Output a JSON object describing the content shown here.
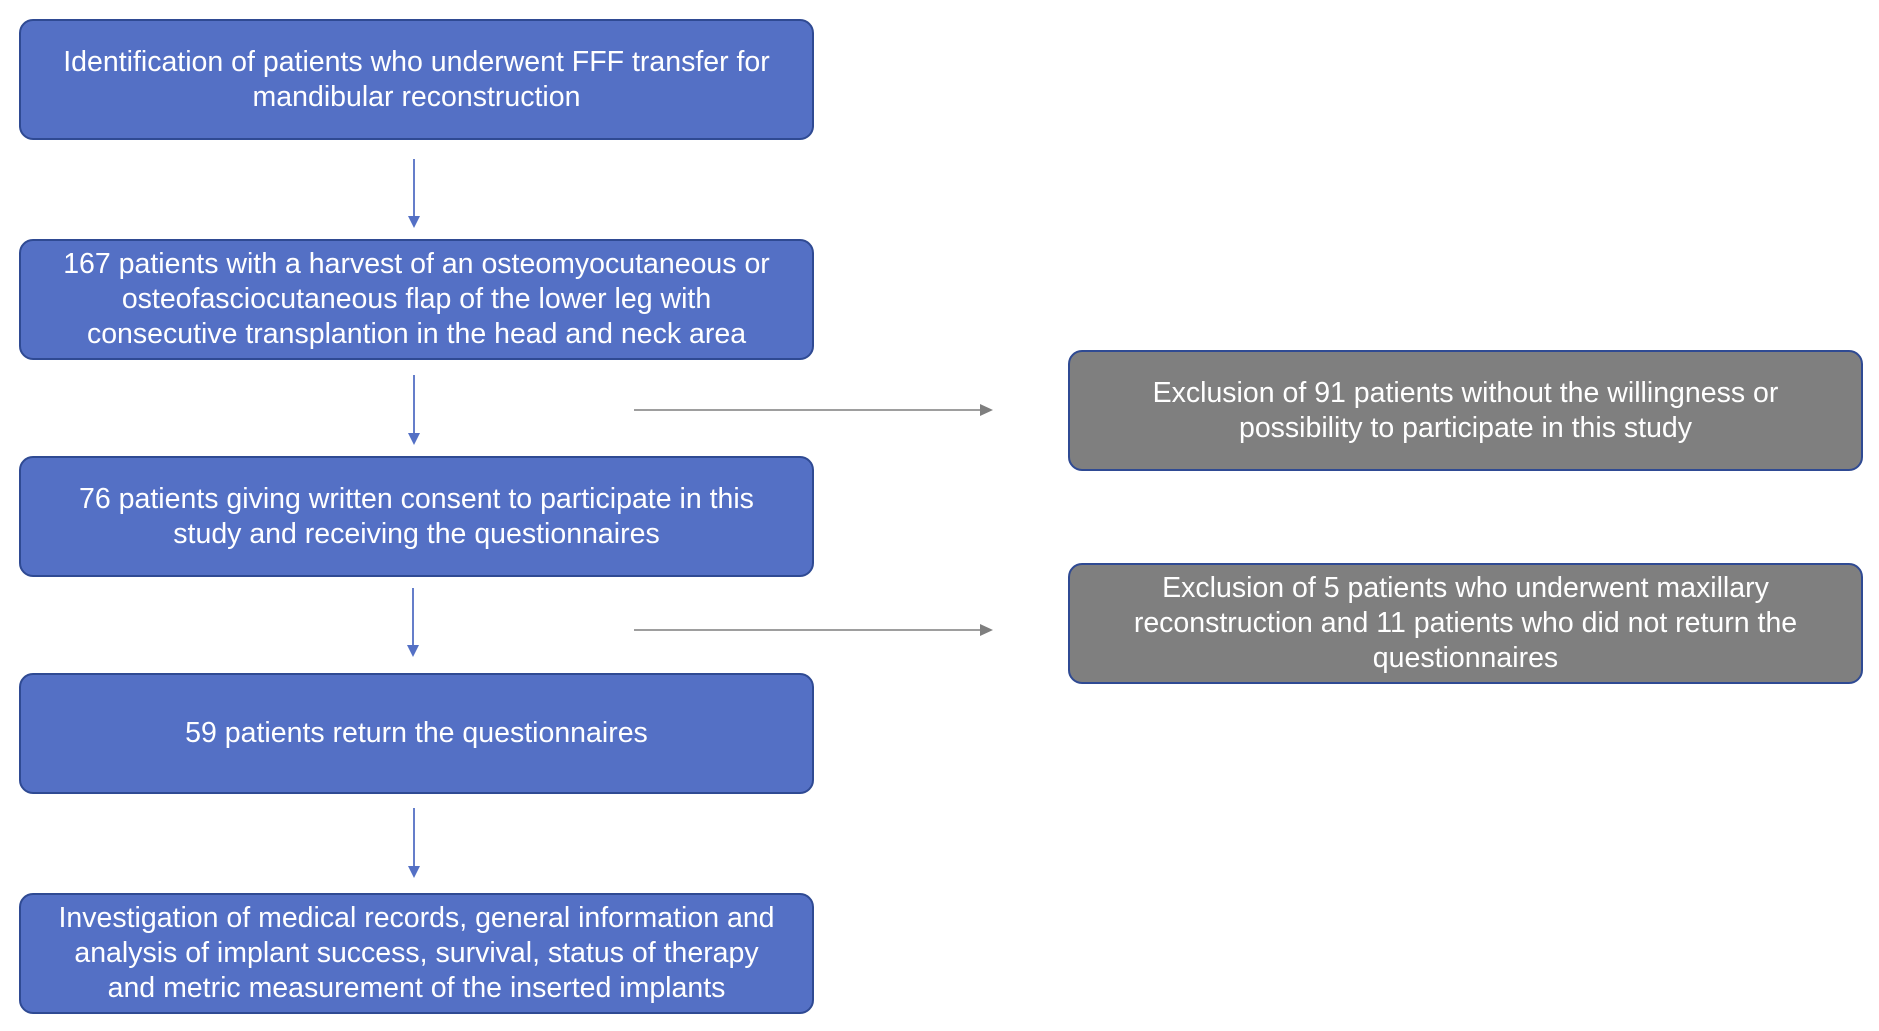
{
  "flow": {
    "main_steps": [
      {
        "text": "Identification of patients who underwent FFF transfer for mandibular reconstruction"
      },
      {
        "text": "167 patients with a harvest of an osteomyocutaneous or osteofasciocutaneous flap of the lower leg with consecutive transplantion in the head and neck area"
      },
      {
        "text": "76 patients giving written consent to participate in this study and receiving the questionnaires"
      },
      {
        "text": "59 patients return the questionnaires"
      },
      {
        "text": "Investigation of medical records, general information and analysis of implant success, survival, status of therapy and metric measurement of the inserted implants"
      }
    ],
    "exclusions": [
      {
        "text": "Exclusion of 91 patients without the willingness or possibility to participate in this study"
      },
      {
        "text": "Exclusion of 5 patients who underwent maxillary reconstruction and 11 patients who did not return the questionnaires"
      }
    ]
  },
  "colors": {
    "main_box": "#5470c5",
    "main_border": "#2f4a93",
    "exclusion_box": "#7f7f7f",
    "vertical_arrow": "#5470c5",
    "horizontal_arrow": "#7f7f7f"
  }
}
